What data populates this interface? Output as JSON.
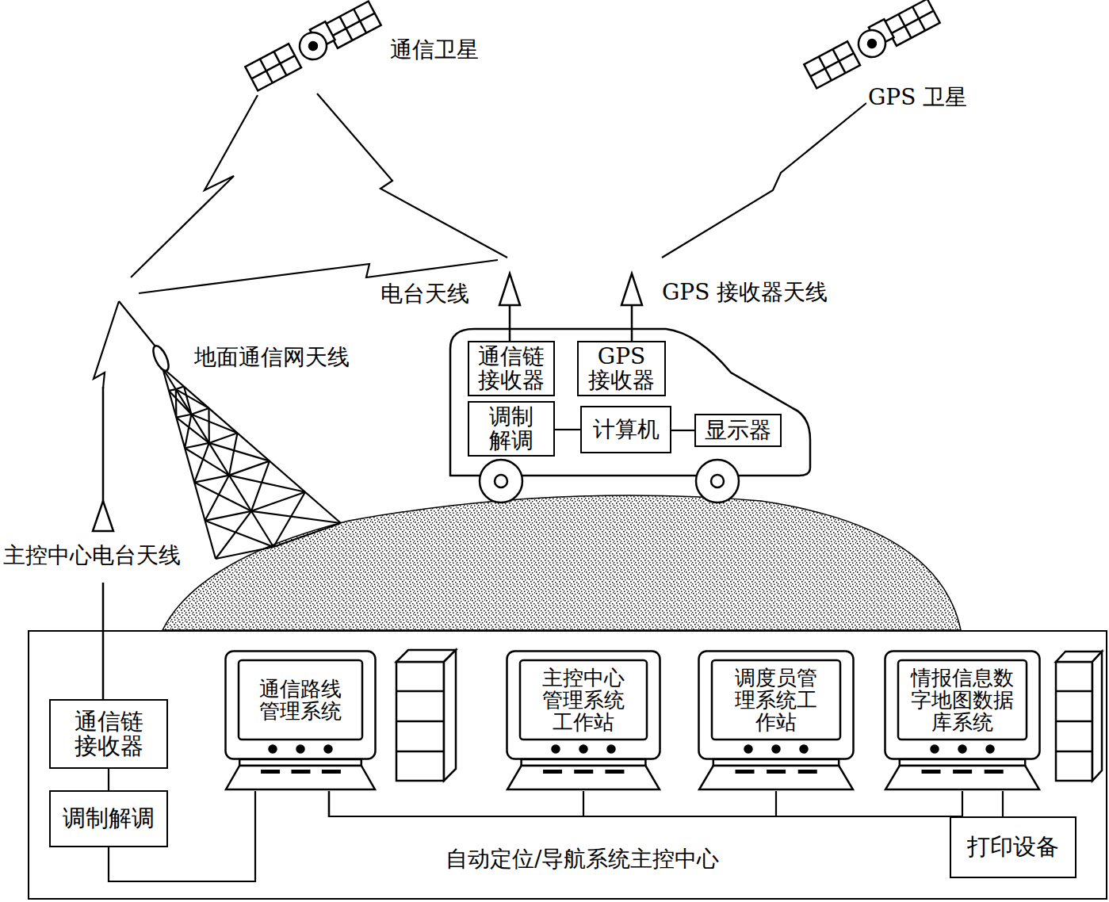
{
  "diagram": {
    "nodes": [
      {
        "text": [
          "通信链接收器"
        ]
      },
      {
        "text": [
          "GPS接收器"
        ]
      },
      {
        "text": [
          "调制解调"
        ]
      },
      {
        "text": [
          "计算机"
        ]
      },
      {
        "text": [
          "显示器"
        ]
      },
      {
        "text": [
          "自动定位/导航系统主控中心"
        ]
      },
      {
        "text": [
          "通信链接收器"
        ],
        "in": 5
      },
      {
        "text": [
          "通信路线管理系统"
        ],
        "in": 5
      },
      {
        "text": [
          "主控中心管理系统工作站"
        ],
        "in": 5
      },
      {
        "text": [
          "调度员管理系统工作站"
        ],
        "in": 5
      },
      {
        "text": [
          "情报信息数字地图数据库系统"
        ],
        "in": 5
      },
      {
        "text": [
          "调制解调"
        ],
        "in": 5
      },
      {
        "text": [
          "打印设备"
        ],
        "in": 5
      }
    ],
    "edges": [
      {
        "from": 2,
        "to": 3,
        "arrow": "none"
      },
      {
        "from": 3,
        "to": 4,
        "arrow": "none"
      },
      {
        "from": 6,
        "to": 11,
        "arrow": "none"
      },
      {
        "from": 11,
        "to": 7,
        "arrow": "none"
      },
      {
        "from": 7,
        "to": 8,
        "arrow": "none"
      },
      {
        "from": 7,
        "to": 9,
        "arrow": "none"
      },
      {
        "from": 7,
        "to": 10,
        "arrow": "none"
      },
      {
        "from": 10,
        "to": 12,
        "arrow": "none"
      }
    ],
    "labels": [
      "通信卫星",
      "GPS 卫星",
      "电台天线",
      "GPS 接收器天线",
      "地面通信网天线",
      "主控中心电台天线"
    ]
  }
}
